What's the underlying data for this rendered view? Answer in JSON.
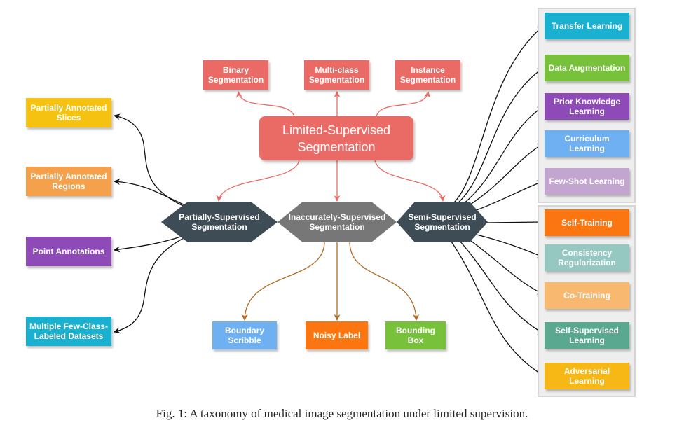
{
  "colors": {
    "root": "#ea6b66",
    "hex_partial": "#3e4c55",
    "hex_inaccurate": "#777777",
    "hex_semi": "#3e4c55",
    "red": "#ea6b66",
    "yellow": "#f5c211",
    "orange": "#f5a04b",
    "purple": "#8e4ab7",
    "cyan": "#1ab0d0",
    "blue": "#6fb0f2",
    "green": "#77c23a",
    "deep_orange": "#fb7611",
    "sage": "#95c8c0",
    "peach": "#f8b86f",
    "teal": "#5aa88f",
    "amber": "#f7b816",
    "lilac": "#c2a6d0",
    "arrow_red": "#ea6b66",
    "arrow_brown": "#b06a22",
    "arrow_black": "#111111"
  },
  "root": {
    "label_1": "Limited-Supervised",
    "label_2": "Segmentation"
  },
  "task_types": [
    {
      "name": "binary",
      "label_1": "Binary",
      "label_2": "Segmentation"
    },
    {
      "name": "multiclass",
      "label_1": "Multi-class",
      "label_2": "Segmentation"
    },
    {
      "name": "instance",
      "label_1": "Instance",
      "label_2": "Segmentation"
    }
  ],
  "paradigms": [
    {
      "name": "partially-supervised",
      "label_1": "Partially-Supervised",
      "label_2": "Segmentation"
    },
    {
      "name": "inaccurately-supervised",
      "label_1": "Inaccurately-Supervised",
      "label_2": "Segmentation"
    },
    {
      "name": "semi-supervised",
      "label_1": "Semi-Supervised",
      "label_2": "Segmentation"
    }
  ],
  "partial_children": [
    {
      "name": "slices",
      "label_1": "Partially Annotated",
      "label_2": "Slices"
    },
    {
      "name": "regions",
      "label_1": "Partially Annotated",
      "label_2": "Regions"
    },
    {
      "name": "points",
      "label_1": "Point Annotations",
      "label_2": ""
    },
    {
      "name": "few-class",
      "label_1": "Multiple Few-Class-",
      "label_2": "Labeled Datasets"
    }
  ],
  "inaccurate_children": [
    {
      "name": "scribble",
      "label_1": "Boundary",
      "label_2": "Scribble"
    },
    {
      "name": "noisy",
      "label_1": "Noisy Label",
      "label_2": ""
    },
    {
      "name": "bbox",
      "label_1": "Bounding Box",
      "label_2": ""
    }
  ],
  "semi_group_a": [
    {
      "name": "transfer",
      "label_1": "Transfer Learning",
      "label_2": ""
    },
    {
      "name": "augmentation",
      "label_1": "Data Augmentation",
      "label_2": ""
    },
    {
      "name": "prior",
      "label_1": "Prior Knowledge",
      "label_2": "Learning"
    },
    {
      "name": "curriculum",
      "label_1": "Curriculum Learning",
      "label_2": ""
    },
    {
      "name": "few-shot",
      "label_1": "Few-Shot Learning",
      "label_2": ""
    }
  ],
  "semi_group_b": [
    {
      "name": "self-training",
      "label_1": "Self-Training",
      "label_2": ""
    },
    {
      "name": "consistency",
      "label_1": "Consistency",
      "label_2": "Regularization"
    },
    {
      "name": "co-training",
      "label_1": "Co-Training",
      "label_2": ""
    },
    {
      "name": "self-supervised",
      "label_1": "Self-Supervised",
      "label_2": "Learning"
    },
    {
      "name": "adversarial",
      "label_1": "Adversarial Learning",
      "label_2": ""
    }
  ],
  "caption": "Fig. 1: A taxonomy of medical image segmentation under limited supervision."
}
